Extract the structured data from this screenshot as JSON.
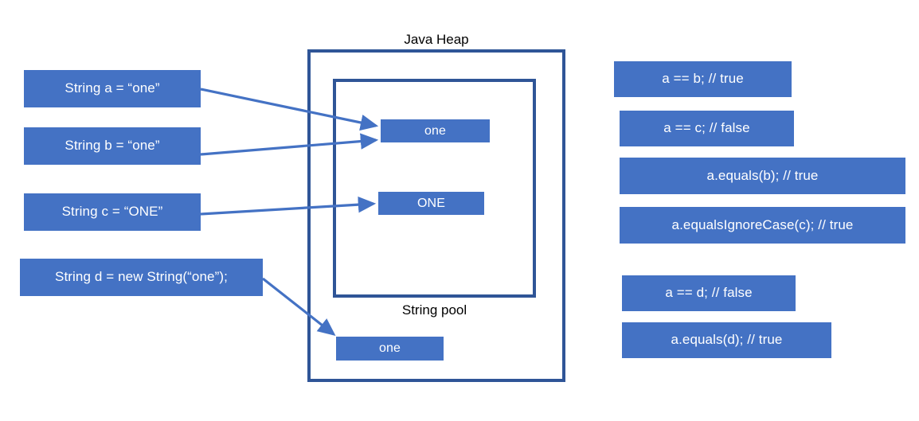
{
  "colors": {
    "box_fill": "#4472C4",
    "box_text": "#ffffff",
    "container_border": "#2F5597",
    "arrow": "#4472C4",
    "background": "#ffffff",
    "caption_text": "#000000"
  },
  "declarations": [
    {
      "label": "String a = “one”"
    },
    {
      "label": "String b = “one”"
    },
    {
      "label": "String c = “ONE”"
    },
    {
      "label": "String d = new String(“one”);"
    }
  ],
  "heap": {
    "title": "Java Heap",
    "pool_title": "String pool",
    "pool_entries": [
      {
        "label": "one"
      },
      {
        "label": "ONE"
      }
    ],
    "heap_objects": [
      {
        "label": "one"
      }
    ]
  },
  "comparisons": {
    "group_one": [
      {
        "label": "a == b;  // true"
      },
      {
        "label": "a == c;  // false"
      },
      {
        "label": "a.equals(b);  // true"
      },
      {
        "label": "a.equalsIgnoreCase(c);  // true"
      }
    ],
    "group_two": [
      {
        "label": "a == d;  // false"
      },
      {
        "label": "a.equals(d);  // true"
      }
    ]
  }
}
